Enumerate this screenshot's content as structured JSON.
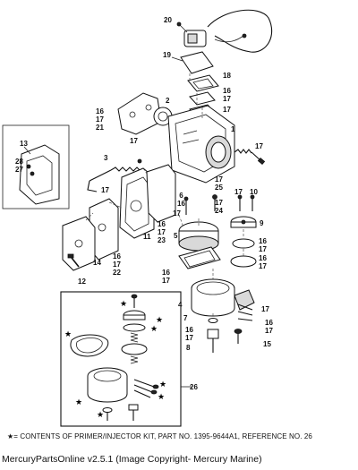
{
  "callouts": [
    {
      "id": "c20",
      "text": "20"
    },
    {
      "id": "c19",
      "text": "19"
    },
    {
      "id": "c18",
      "text": "18"
    },
    {
      "id": "c16_17_a",
      "text": "16\n17"
    },
    {
      "id": "c17_a",
      "text": "17"
    },
    {
      "id": "c2",
      "text": "2"
    },
    {
      "id": "c16_17_21",
      "text": "16\n17\n21"
    },
    {
      "id": "c1",
      "text": "1"
    },
    {
      "id": "c17_b",
      "text": "17"
    },
    {
      "id": "c17_c",
      "text": "17"
    },
    {
      "id": "c13",
      "text": "13"
    },
    {
      "id": "c28_27",
      "text": "28\n27"
    },
    {
      "id": "c3",
      "text": "3"
    },
    {
      "id": "c17_d",
      "text": "17"
    },
    {
      "id": "c17_25",
      "text": "17\n25"
    },
    {
      "id": "c6_16",
      "text": "6\n16"
    },
    {
      "id": "c17_24",
      "text": "17\n24"
    },
    {
      "id": "c17_e",
      "text": "17"
    },
    {
      "id": "c10",
      "text": "10"
    },
    {
      "id": "c17_f",
      "text": "17"
    },
    {
      "id": "c9",
      "text": "9"
    },
    {
      "id": "c16_17_23",
      "text": "16\n17\n23"
    },
    {
      "id": "c5",
      "text": "5"
    },
    {
      "id": "c11",
      "text": "11"
    },
    {
      "id": "c14",
      "text": "14"
    },
    {
      "id": "c16_17_22",
      "text": "16\n17\n22"
    },
    {
      "id": "c16_17_b",
      "text": "16\n17"
    },
    {
      "id": "c16_17_c",
      "text": "16\n17"
    },
    {
      "id": "c16_17_d",
      "text": "16\n17"
    },
    {
      "id": "c12",
      "text": "12"
    },
    {
      "id": "c4",
      "text": "4"
    },
    {
      "id": "c7",
      "text": "7"
    },
    {
      "id": "c16_17_e",
      "text": "16\n17"
    },
    {
      "id": "c8",
      "text": "8"
    },
    {
      "id": "c17_g",
      "text": "17"
    },
    {
      "id": "c16_17_f",
      "text": "16\n17"
    },
    {
      "id": "c15",
      "text": "15"
    },
    {
      "id": "c26",
      "text": "26"
    }
  ],
  "footnote": "★= CONTENTS OF PRIMER/INJECTOR KIT, PART NO. 1395-9644A1, REFERENCE NO. 26",
  "copyright": "MercuryPartsOnline v2.5.1 (Image Copyright- Mercury Marine)"
}
